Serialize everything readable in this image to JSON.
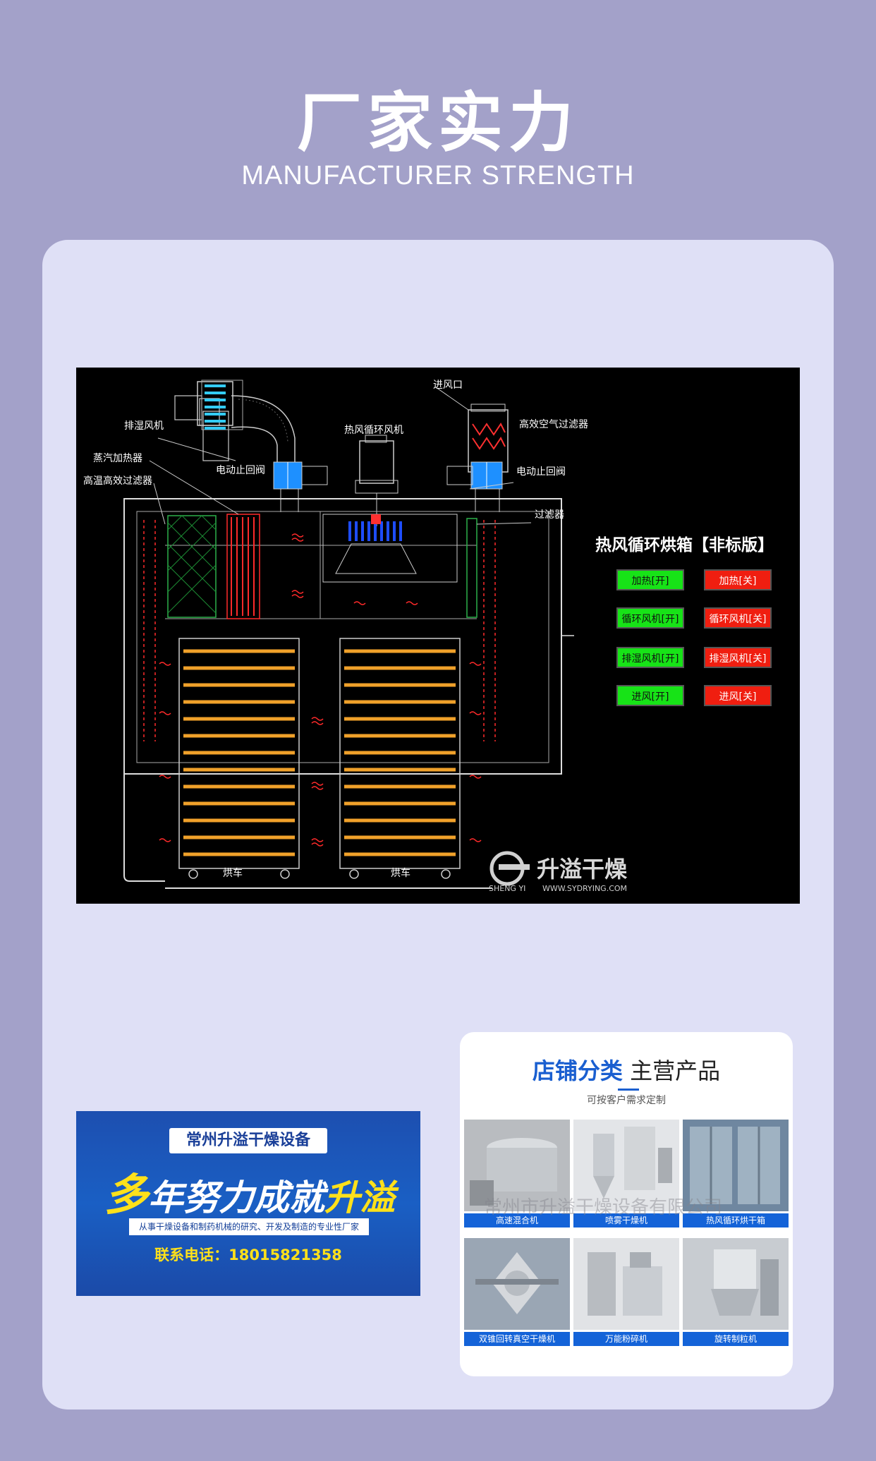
{
  "header": {
    "title_cn": "厂家实力",
    "title_en": "MANUFACTURER STRENGTH"
  },
  "diagram": {
    "labels": {
      "exhaust_fan": "排湿风机",
      "steam_heater": "蒸汽加热器",
      "hepa_filter_high_temp": "高温高效过滤器",
      "check_valve_left": "电动止回阀",
      "circulation_fan": "热风循环风机",
      "air_inlet": "进风口",
      "air_filter": "高效空气过滤器",
      "check_valve_right": "电动止回阀",
      "filter": "过滤器",
      "cart_left": "烘车",
      "cart_right": "烘车"
    },
    "control_title": "热风循环烘箱【非标版】",
    "buttons": [
      {
        "on": "加热[开]",
        "off": "加热[关]"
      },
      {
        "on": "循环风机[开]",
        "off": "循环风机[关]"
      },
      {
        "on": "排湿风机[开]",
        "off": "排湿风机[关]"
      },
      {
        "on": "进风[开]",
        "off": "进风[关]"
      }
    ],
    "logo": {
      "name": "升溢干燥",
      "en": "SHENG YI",
      "url": "WWW.SYDRYING.COM"
    }
  },
  "banner": {
    "company": "常州升溢干燥设备",
    "slogan_big": "多",
    "slogan_rest": "年努力成就",
    "slogan_brand": "升溢",
    "sub": "从事干燥设备和制药机械的研究、开发及制造的专业性厂家",
    "phone": "联系电话：18015821358"
  },
  "shop": {
    "title_a": "店铺分类",
    "title_b": "主营产品",
    "subtitle": "可按客户需求定制",
    "watermark": "常州市升溢干燥设备有限公司",
    "products": [
      "高速混合机",
      "喷雾干燥机",
      "热风循环烘干箱",
      "双锥回转真空干燥机",
      "万能粉碎机",
      "旋转制粒机"
    ]
  },
  "colors": {
    "page_bg": "#a3a1c9",
    "card_bg": "#dfe0f6",
    "btn_on": "#17e317",
    "btn_off": "#f01e10",
    "tray": "#f0a12a",
    "accent_blue": "#1a5fd0"
  }
}
